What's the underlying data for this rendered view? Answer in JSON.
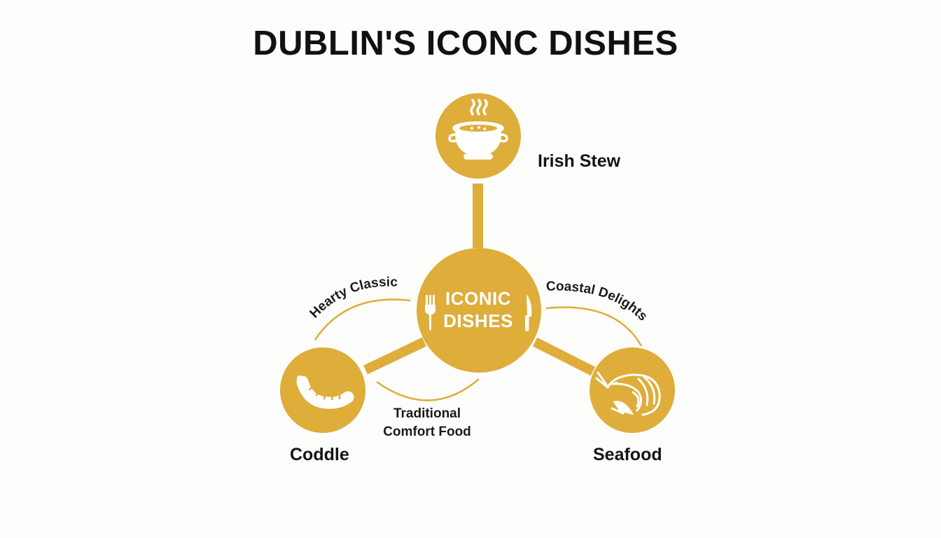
{
  "title": "DUBLIN'S ICONC DISHES",
  "center": {
    "line1": "ICONIC",
    "line2": "DISHES",
    "icons": [
      "fork-icon",
      "knife-icon"
    ]
  },
  "nodes": {
    "top": {
      "label": "Irish Stew",
      "icon": "stew-pot-icon"
    },
    "left": {
      "label": "Coddle",
      "icon": "sausage-icon"
    },
    "right": {
      "label": "Seafood",
      "icon": "shrimp-icon"
    }
  },
  "relations": {
    "left_arc": "Hearty Classic",
    "right_arc": "Coastal Delights",
    "bottom": {
      "line1": "Traditional",
      "line2": "Comfort Food"
    }
  },
  "colors": {
    "accent": "#DEAD3A",
    "text": "#141414",
    "background": "#FDFDFC"
  }
}
